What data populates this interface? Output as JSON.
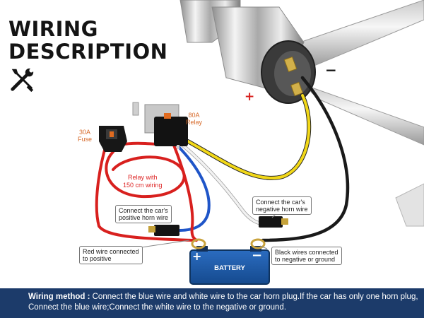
{
  "title": {
    "line1": "WIRING",
    "line2": "DESCRIPTION"
  },
  "icons": {
    "tools": "wrench-screwdriver-icon"
  },
  "labels": {
    "fuse": {
      "line1": "30A",
      "line2": "Fuse"
    },
    "relay": {
      "line1": "80A",
      "line2": "Relay"
    },
    "relay_wiring": {
      "line1": "Relay with",
      "line2": "150 cm wiring"
    },
    "horn_plus": "+",
    "horn_minus": "−",
    "battery": "BATTERY",
    "battery_plus": "+",
    "battery_minus": "−"
  },
  "callouts": {
    "positive_horn": {
      "line1": "Connect the car's",
      "line2": "positive horn wire"
    },
    "negative_horn": {
      "line1": "Connect the car's",
      "line2": "negative horn wire"
    },
    "red_wire": {
      "line1": "Red wire connected",
      "line2": "to positive"
    },
    "black_wire": {
      "line1": "Black wires connected",
      "line2": "to negative or ground"
    }
  },
  "footer": {
    "method_label": "Wiring method :",
    "method_text": " Connect the blue wire and white wire to the car horn plug.If the car has only one horn plug, Connect the blue wire;Connect the white wire to the negative or ground."
  },
  "colors": {
    "red_wire": "#d8201e",
    "blue_wire": "#1f55c8",
    "white_wire": "#eeeeee",
    "yellow_wire": "#f2d818",
    "black_wire": "#1a1a1a",
    "battery": "#1d5aa6",
    "footer_bg": "#1c3b6a",
    "label_orange": "#d76a2a"
  }
}
